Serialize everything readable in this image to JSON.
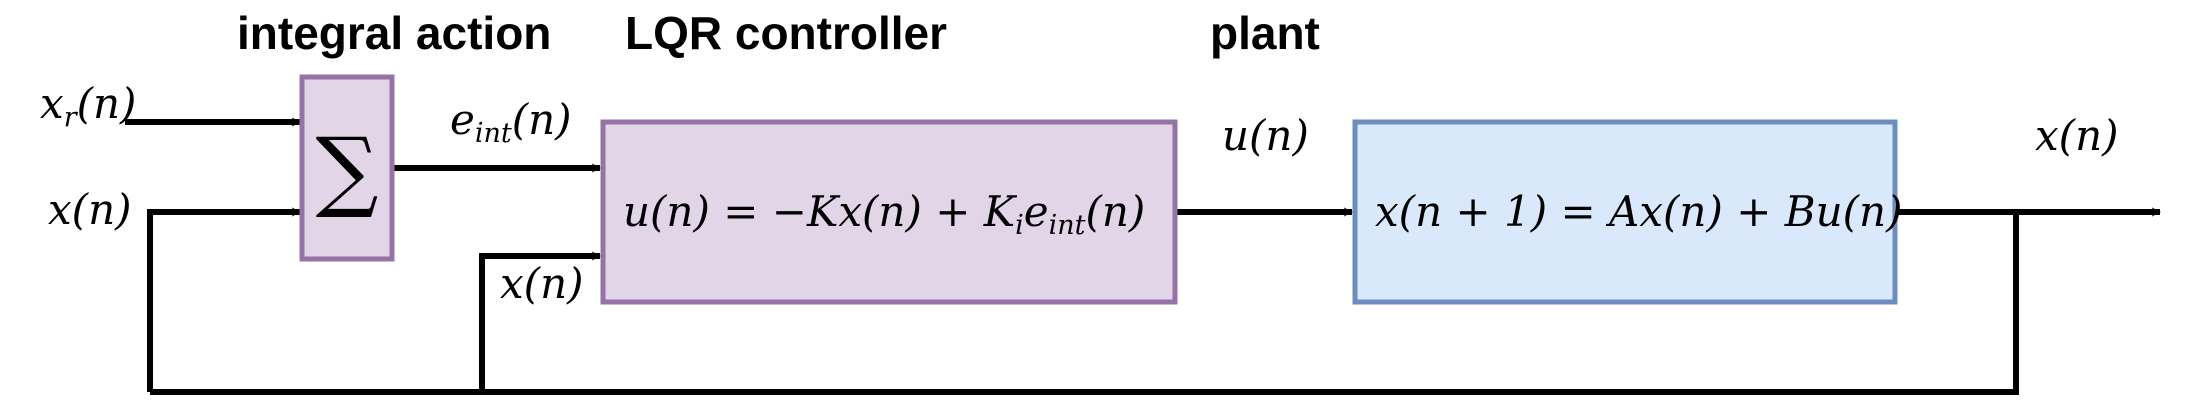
{
  "headings": {
    "integral": "integral action",
    "controller": "LQR controller",
    "plant": "plant"
  },
  "blocks": {
    "integrator_symbol": "∑",
    "controller_equation": "u(n) = −Kx(n) + K_i e_int(n)",
    "plant_equation": "x(n + 1) = Ax(n) + Bu(n)"
  },
  "signals": {
    "reference": "x_r(n)",
    "state_in": "x(n)",
    "error_integral": "e_int(n)",
    "state_feedback": "x(n)",
    "control": "u(n)",
    "output": "x(n)"
  },
  "colors": {
    "integrator_fill": "#e1d5e7",
    "integrator_stroke": "#9673a6",
    "controller_fill": "#e1d5e7",
    "controller_stroke": "#9673a6",
    "plant_fill": "#dae8fc",
    "plant_stroke": "#6c8ebf",
    "line": "#000000"
  }
}
